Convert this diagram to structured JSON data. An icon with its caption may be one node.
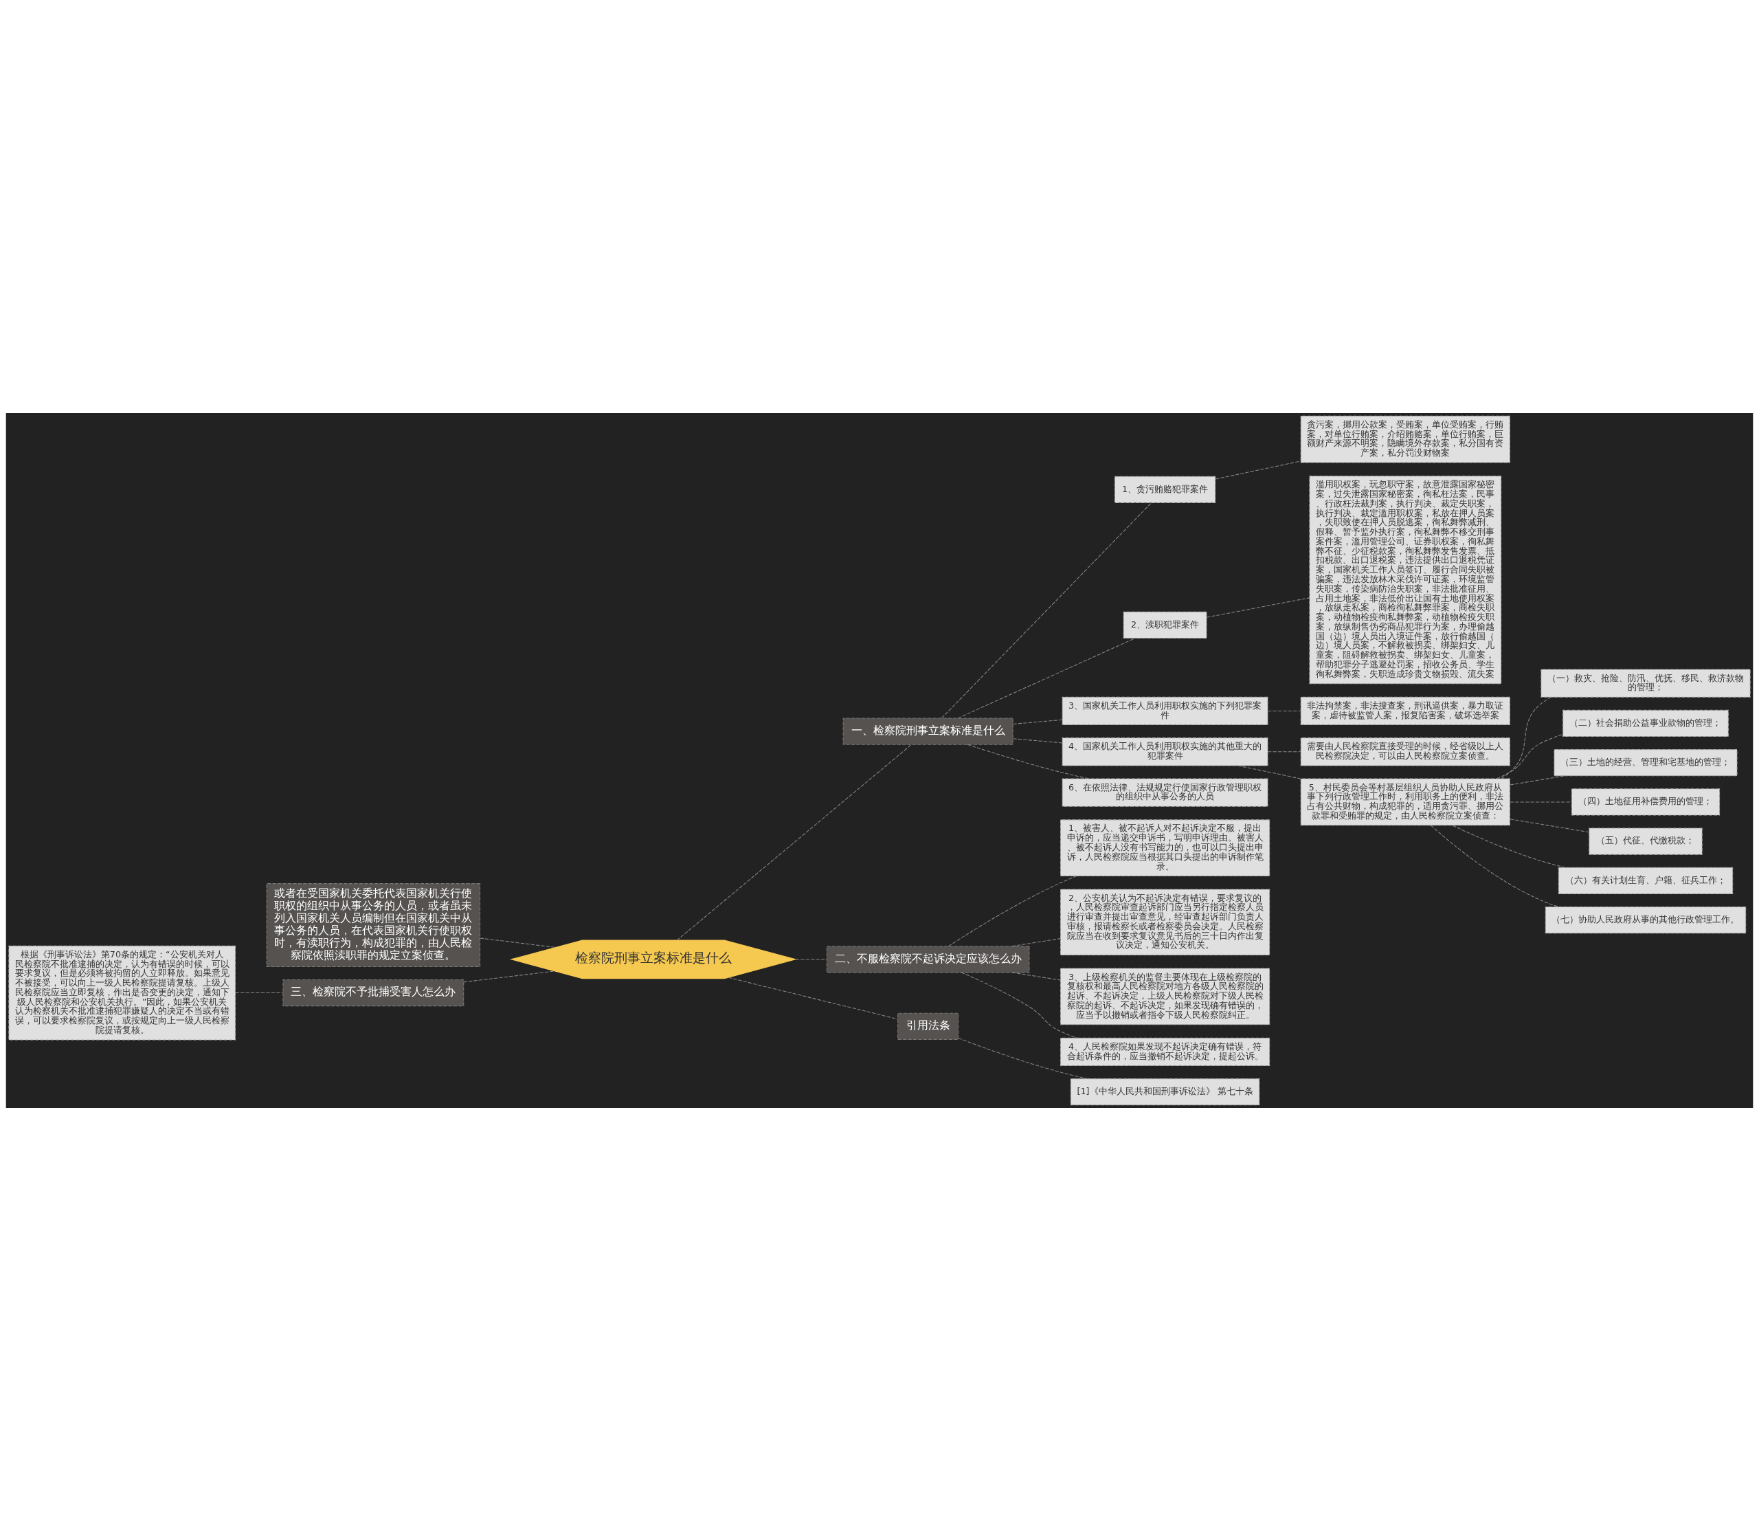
{
  "diagram": {
    "nodes": [
      {
        "text": [
          "检察院刑事立案标准是什么"
        ]
      },
      {
        "text": [
          "一、检察院刑事立案标准是什么"
        ]
      },
      {
        "text": [
          "1、贪污贿赂犯罪案件"
        ]
      },
      {
        "text": [
          "贪污案，挪用公款案，受贿案，单位受贿案，行贿案，对单位行贿案，介绍贿赂案，单位行贿案，巨额财产来源不明案，隐瞒境外存款案，私分国有资产案，私分罚没财物案"
        ]
      },
      {
        "text": [
          "2、渎职犯罪案件"
        ]
      },
      {
        "text": [
          "滥用职权案，玩忽职守案，故意泄露国家秘密案，过失泄露国家秘密案，徇私枉法案，民事、行政枉法裁判案，执行判决、裁定失职案，执行判决、裁定滥用职权案，私放在押人员案，失职致使在押人员脱逃案，徇私舞弊减刑、假释、暂予监外执行案，徇私舞弊不移交刑事案件案，滥用管理公司、证券职权案，徇私舞弊不征、少征税款案，徇私舞弊发售发票、抵扣税款、出口退税案，违法提供出口退税凭证案，国家机关工作人员签订、履行合同失职被骗案，违法发放林木采伐许可证案，环境监管失职案，传染病防治失职案，非法批准征用、占用土地案，非法低价出让国有土地使用权案，放纵走私案，商检徇私舞弊罪案，商检失职案，动植物检疫徇私舞弊案，动植物检疫失职案，放纵制售伪劣商品犯罪行为案，办理偷越国（边）境人员出入境证件案，放行偷越国（边）境人员案，不解救被拐卖、绑架妇女、儿童案，阻碍解救被拐卖、绑架妇女、儿童案，帮助犯罪分子逃避处罚案，招收公务员、学生徇私舞弊案，失职造成珍贵文物损毁、流失案"
        ]
      },
      {
        "text": [
          "3、国家机关工作人员利用职权实施的下列犯罪案件"
        ]
      },
      {
        "text": [
          "非法拘禁案，非法搜查案，刑讯逼供案，暴力取证案，虐待被监管人案，报复陷害案，破坏选举案"
        ]
      },
      {
        "text": [
          "4、国家机关工作人员利用职权实施的其他重大的犯罪案件"
        ]
      },
      {
        "text": [
          "需要由人民检察院直接受理的时候，经省级以上人民检察院决定，可以由人民检察院立案侦查。"
        ]
      },
      {
        "text": [
          "5、村民委员会等村基层组织人员协助人民政府从事下列行政管理工作时，利用职务上的便利，非法占有公共财物，构成犯罪的，适用贪污罪、挪用公款罪和受贿罪的规定，由人民检察院立案侦查："
        ]
      },
      {
        "text": [
          "（一）救灾、抢险、防汛、优抚、移民、救济款物的管理；"
        ]
      },
      {
        "text": [
          "（二）社会捐助公益事业款物的管理；"
        ]
      },
      {
        "text": [
          "（三）土地的经营、管理和宅基地的管理；"
        ]
      },
      {
        "text": [
          "（四）土地征用补偿费用的管理；"
        ]
      },
      {
        "text": [
          "（五）代征、代缴税款；"
        ]
      },
      {
        "text": [
          "（六）有关计划生育、户籍、征兵工作；"
        ]
      },
      {
        "text": [
          "（七）协助人民政府从事的其他行政管理工作。"
        ]
      },
      {
        "text": [
          "6、在依照法律、法规规定行使国家行政管理职权的组织中从事公务的人员"
        ]
      },
      {
        "text": [
          "二、不服检察院不起诉决定应该怎么办"
        ]
      },
      {
        "text": [
          "1、被害人、被不起诉人对不起诉决定不服，提出申诉的，应当递交申诉书，写明申诉理由。被害人、被不起诉人没有书写能力的，也可以口头提出申诉，人民检察院应当根据其口头提出的申诉制作笔录。"
        ]
      },
      {
        "text": [
          "2、公安机关认为不起诉决定有错误，要求复议的，人民检察院审查起诉部门应当另行指定检察人员进行审查并提出审查意见，经审查起诉部门负责人审核，报请检察长或者检察委员会决定。人民检察院应当在收到要求复议意见书后的三十日内作出复议决定，通知公安机关。"
        ]
      },
      {
        "text": [
          "3、上级检察机关的监督主要体现在上级检察院的复核权和最高人民检察院对地方各级人民检察院的起诉、不起诉决定，上级人民检察院对下级人民检察院的起诉、不起诉决定，如果发现确有错误的，应当予以撤销或者指令下级人民检察院纠正。"
        ]
      },
      {
        "text": [
          "4、人民检察院如果发现不起诉决定确有错误，符合起诉条件的，应当撤销不起诉决定，提起公诉。"
        ]
      },
      {
        "text": [
          "引用法条"
        ]
      },
      {
        "text": [
          "[1]《中华人民共和国刑事诉讼法》 第七十条"
        ]
      },
      {
        "text": [
          "或者在受国家机关委托代表国家机关行使职权的组织中从事公务的人员，或者虽未列入国家机关人员编制但在国家机关中从事公务的人员，在代表国家机关行使职权时，有渎职行为，构成犯罪的，由人民检察院依照渎职罪的规定立案侦查。"
        ]
      },
      {
        "text": [
          "三、检察院不予批捕受害人怎么办"
        ]
      },
      {
        "text": [
          "根据《刑事诉讼法》第70条的规定：“公安机关对人民检察院不批准逮捕的决定，认为有错误的时候，可以要求复议，但是必须将被拘留的人立即释放。如果意见不被接受，可以向上一级人民检察院提请复核。上级人民检察院应当立即复核，作出是否变更的决定，通知下级人民检察院和公安机关执行。”因此，如果公安机关认为检察机关不批准逮捕犯罪嫌疑人的决定不当或有错误，可以要求检察院复议，或按规定向上一级人民检察院提请复核。"
        ]
      }
    ],
    "edges": [
      {
        "from": 0,
        "to": 1,
        "arrow": "none",
        "style": "dashed"
      },
      {
        "from": 1,
        "to": 2,
        "arrow": "none",
        "style": "dashed"
      },
      {
        "from": 2,
        "to": 3,
        "arrow": "none",
        "style": "dashed"
      },
      {
        "from": 1,
        "to": 4,
        "arrow": "none",
        "style": "dashed"
      },
      {
        "from": 4,
        "to": 5,
        "arrow": "none",
        "style": "dashed"
      },
      {
        "from": 1,
        "to": 6,
        "arrow": "none",
        "style": "dashed"
      },
      {
        "from": 6,
        "to": 7,
        "arrow": "none",
        "style": "dashed"
      },
      {
        "from": 1,
        "to": 8,
        "arrow": "none",
        "style": "dashed"
      },
      {
        "from": 8,
        "to": 9,
        "arrow": "none",
        "style": "dashed"
      },
      {
        "from": 8,
        "to": 10,
        "arrow": "none",
        "style": "dashed"
      },
      {
        "from": 10,
        "to": 11,
        "arrow": "none",
        "style": "dashed"
      },
      {
        "from": 10,
        "to": 12,
        "arrow": "none",
        "style": "dashed"
      },
      {
        "from": 10,
        "to": 13,
        "arrow": "none",
        "style": "dashed"
      },
      {
        "from": 10,
        "to": 14,
        "arrow": "none",
        "style": "dashed"
      },
      {
        "from": 10,
        "to": 15,
        "arrow": "none",
        "style": "dashed"
      },
      {
        "from": 10,
        "to": 16,
        "arrow": "none",
        "style": "dashed"
      },
      {
        "from": 10,
        "to": 17,
        "arrow": "none",
        "style": "dashed"
      },
      {
        "from": 1,
        "to": 18,
        "arrow": "none",
        "style": "dashed"
      },
      {
        "from": 0,
        "to": 19,
        "arrow": "none",
        "style": "dashed"
      },
      {
        "from": 19,
        "to": 20,
        "arrow": "none",
        "style": "dashed"
      },
      {
        "from": 19,
        "to": 21,
        "arrow": "none",
        "style": "dashed"
      },
      {
        "from": 19,
        "to": 22,
        "arrow": "none",
        "style": "dashed"
      },
      {
        "from": 19,
        "to": 23,
        "arrow": "none",
        "style": "dashed"
      },
      {
        "from": 0,
        "to": 24,
        "arrow": "none",
        "style": "dashed"
      },
      {
        "from": 24,
        "to": 25,
        "arrow": "none",
        "style": "dashed"
      },
      {
        "from": 0,
        "to": 26,
        "arrow": "none",
        "style": "dashed"
      },
      {
        "from": 0,
        "to": 27,
        "arrow": "none",
        "style": "dashed"
      },
      {
        "from": 27,
        "to": 28,
        "arrow": "none",
        "style": "dashed"
      }
    ]
  }
}
